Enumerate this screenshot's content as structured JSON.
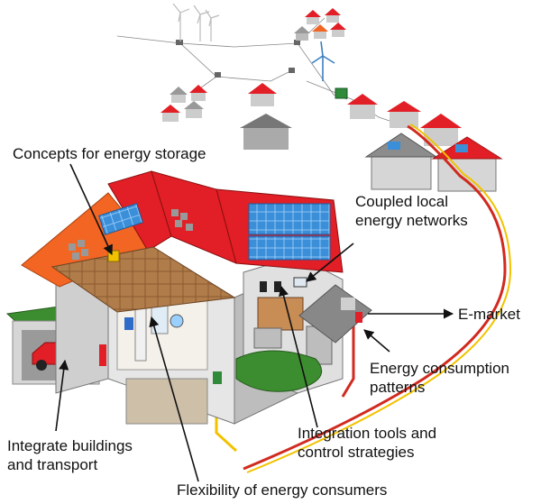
{
  "labels": {
    "energy_storage": "Concepts for energy storage",
    "coupled_networks_line1": "Coupled local",
    "coupled_networks_line2": "energy networks",
    "emarket": "E-market",
    "consumption_line1": "Energy consumption",
    "consumption_line2": "patterns",
    "integration_line1": "Integration tools and",
    "integration_line2": "control strategies",
    "buildings_line1": "Integrate buildings",
    "buildings_line2": "and transport",
    "flexibility": "Flexibility of energy consumers"
  },
  "colors": {
    "roof_red": "#e21e26",
    "roof_orange": "#f26522",
    "wall_grey": "#d6d6d6",
    "wall_dark": "#8c8c8c",
    "solar_blue": "#3a8fd8",
    "grass": "#3c8d2f",
    "cable_red": "#d12a1f",
    "cable_yellow": "#f2c200",
    "floor_wood": "#b07c4a",
    "arrow": "#111111"
  },
  "icons": [
    "wind-turbine-icon",
    "solar-panel-icon",
    "car-icon",
    "house-icon",
    "meter-icon",
    "battery-icon"
  ]
}
